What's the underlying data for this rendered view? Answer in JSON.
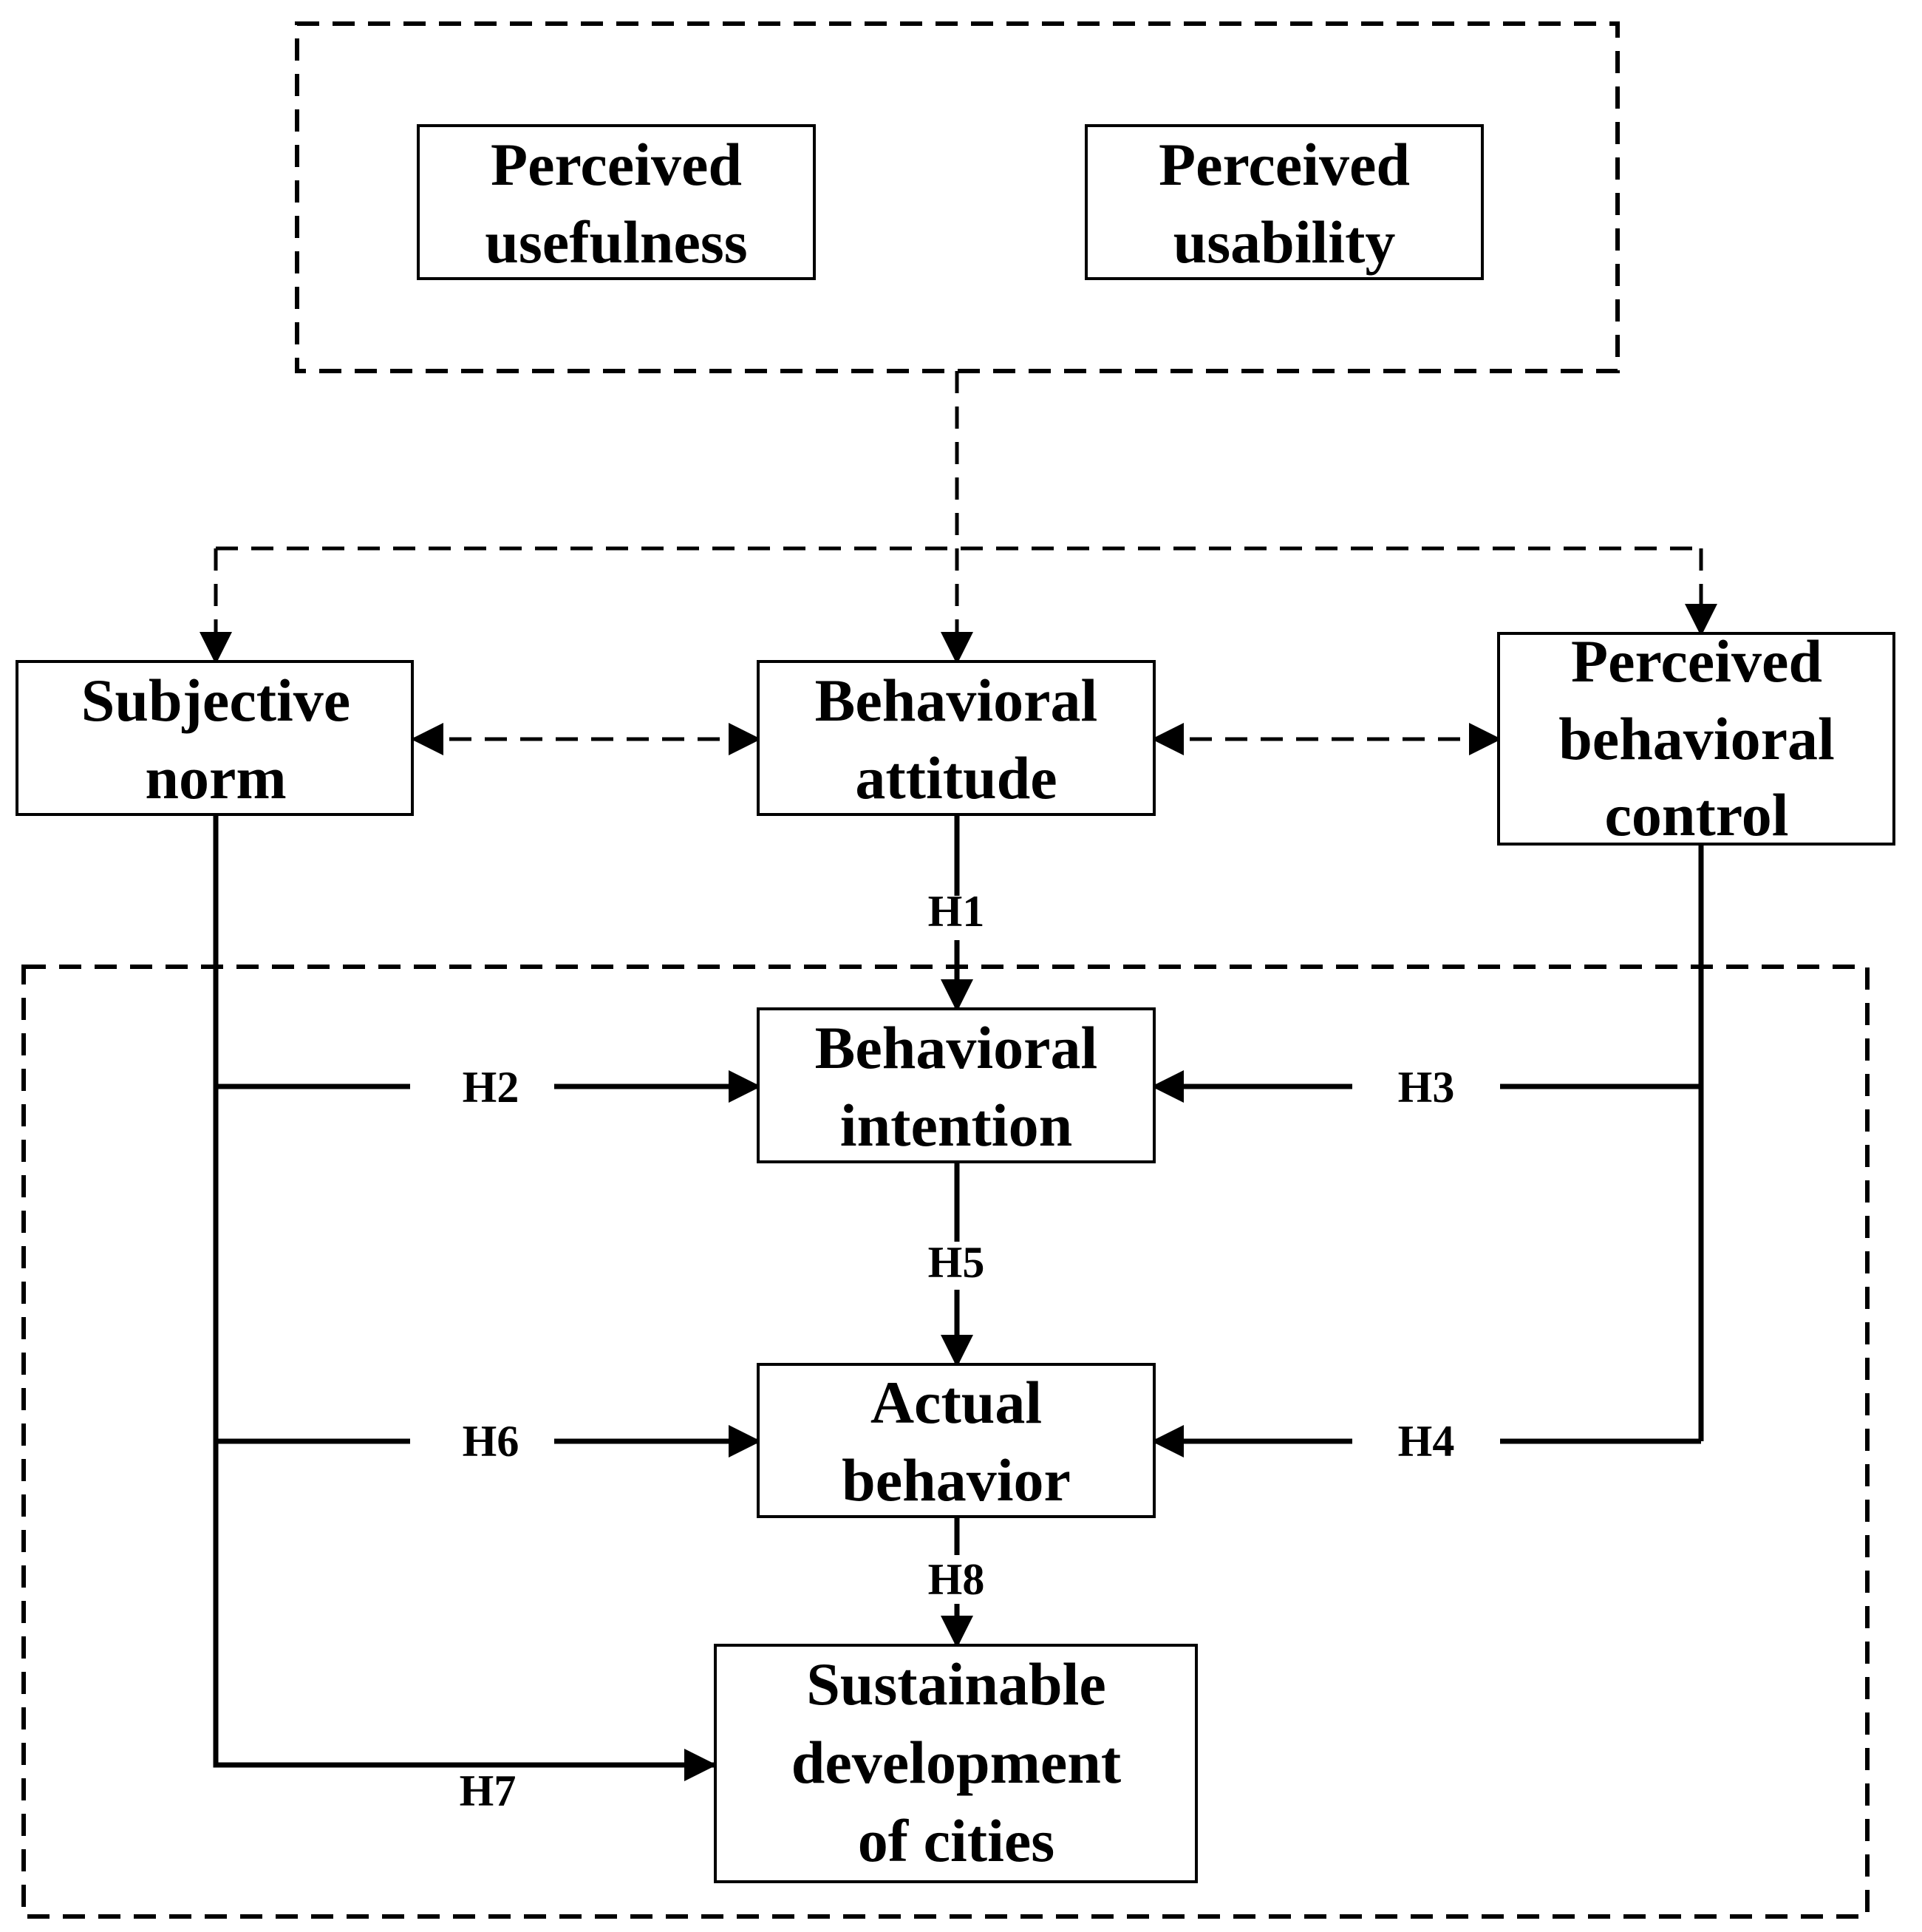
{
  "nodes": {
    "perceived_usefulness": {
      "line1": "Perceived",
      "line2": "usefulness"
    },
    "perceived_usability": {
      "line1": "Perceived",
      "line2": "usability"
    },
    "subjective_norm": {
      "line1": "Subjective",
      "line2": "norm"
    },
    "behavioral_attitude": {
      "line1": "Behavioral",
      "line2": "attitude"
    },
    "perceived_behavioral_control": {
      "line1": "Perceived",
      "line2": "behavioral",
      "line3": "control"
    },
    "behavioral_intention": {
      "line1": "Behavioral",
      "line2": "intention"
    },
    "actual_behavior": {
      "line1": "Actual",
      "line2": "behavior"
    },
    "sustainable_development": {
      "line1": "Sustainable",
      "line2": "development",
      "line3": "of cities"
    }
  },
  "hypotheses": {
    "h1": "H1",
    "h2": "H2",
    "h3": "H3",
    "h4": "H4",
    "h5": "H5",
    "h6": "H6",
    "h7": "H7",
    "h8": "H8"
  }
}
